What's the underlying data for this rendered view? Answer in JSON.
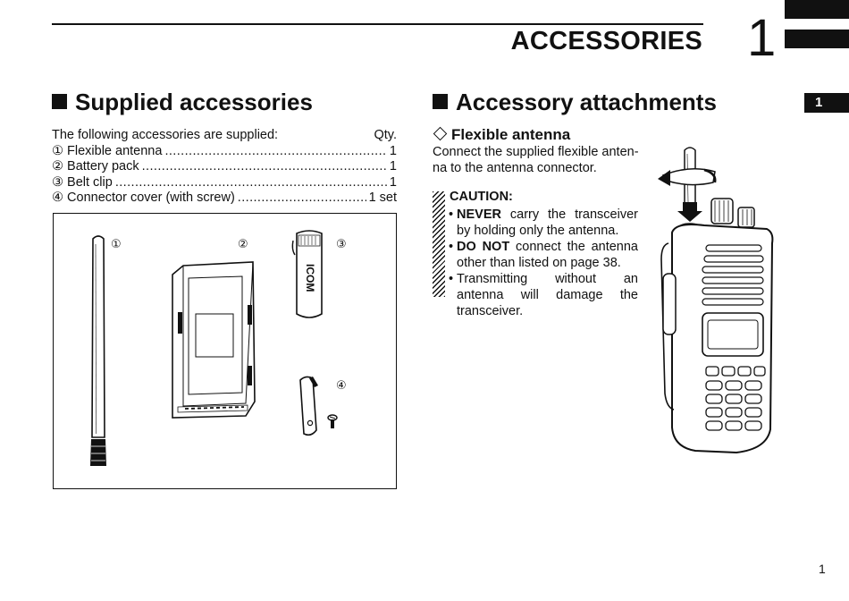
{
  "header": {
    "chapter_title": "ACCESSORIES",
    "chapter_number": "1",
    "tab_label": "1"
  },
  "left": {
    "heading": "Supplied accessories",
    "intro": "The following accessories are supplied:",
    "qty_label": "Qty.",
    "items": [
      {
        "num": "①",
        "label": "Flexible antenna",
        "qty": "1"
      },
      {
        "num": "②",
        "label": "Battery pack",
        "qty": "1"
      },
      {
        "num": "③",
        "label": "Belt clip",
        "qty": "1"
      },
      {
        "num": "④",
        "label": "Connector cover (with screw)",
        "qty": "1 set"
      }
    ],
    "figure_labels": [
      "①",
      "②",
      "③",
      "④"
    ],
    "clip_logo": "ICOM"
  },
  "right": {
    "heading": "Accessory attachments",
    "subheading": "Flexible antenna",
    "body": "Connect the supplied flexible antenna to the antenna connector.",
    "body_lines": [
      "Connect the supplied flexible anten-",
      "na to the antenna connector."
    ],
    "caution_title": "CAUTION:",
    "caution_items": [
      {
        "bold": "NEVER",
        "text": " carry the transceiver by holding only the antenna."
      },
      {
        "bold": "DO NOT",
        "text": " connect the antenna other than listed on page 38."
      },
      {
        "bold": "",
        "text": "Transmitting without an antenna will damage the transceiver."
      }
    ]
  },
  "footer": {
    "page_number": "1"
  },
  "colors": {
    "ink": "#111111",
    "paper": "#ffffff"
  }
}
